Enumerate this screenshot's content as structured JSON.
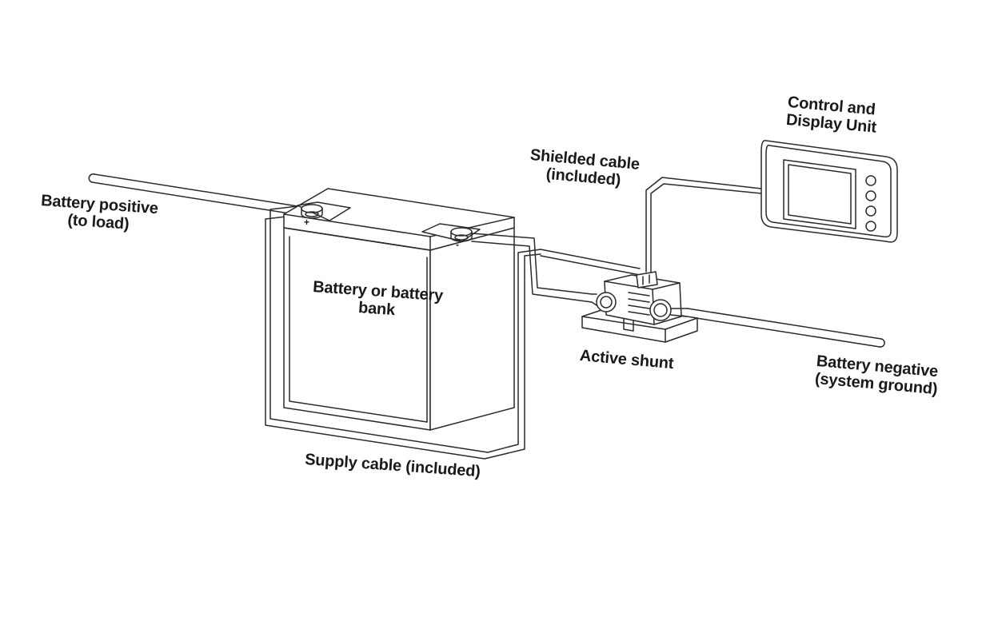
{
  "labels": {
    "battery_positive": "Battery positive\n(to load)",
    "battery": "Battery or battery\nbank",
    "shielded_cable": "Shielded cable\n(included)",
    "control_unit": "Control and\nDisplay Unit",
    "active_shunt": "Active shunt",
    "battery_negative": "Battery negative\n(system ground)",
    "supply_cable": "Supply cable (included)"
  },
  "terminals": {
    "positive_mark": "+",
    "negative_mark": "-"
  },
  "colors": {
    "line": "#2a2a2a",
    "background": "#ffffff"
  }
}
